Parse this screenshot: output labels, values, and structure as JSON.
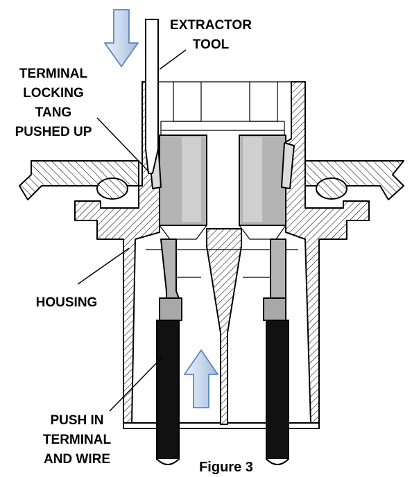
{
  "labels": {
    "extractor_tool_line1": "EXTRACTOR",
    "extractor_tool_line2": "TOOL",
    "locking_tang_line1": "TERMINAL",
    "locking_tang_line2": "LOCKING",
    "locking_tang_line3": "TANG",
    "locking_tang_line4": "PUSHED UP",
    "housing": "HOUSING",
    "push_in_line1": "PUSH IN",
    "push_in_line2": "TERMINAL",
    "push_in_line3": "AND WIRE"
  },
  "caption": "Figure 3",
  "colors": {
    "arrow_fill": "#c9d9ee",
    "arrow_edge": "#5e86bb",
    "terminal_gray": "#b4b4b4",
    "terminal_light": "#cfcfcf",
    "wire": "#111111",
    "hatch": "#000000"
  },
  "icons": {
    "down_arrow": "arrow-down-icon",
    "up_arrow": "arrow-up-icon"
  }
}
